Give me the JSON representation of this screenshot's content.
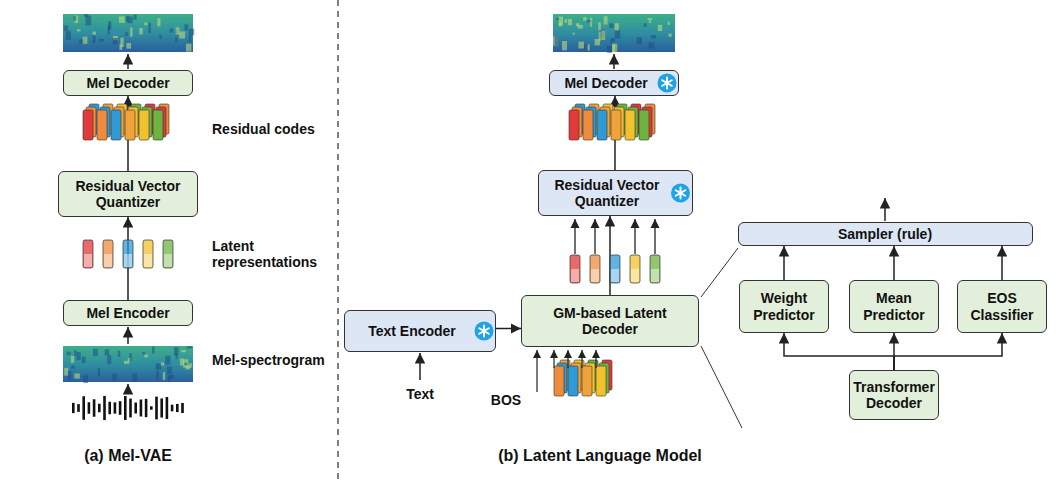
{
  "diagram": {
    "nodes": [
      {
        "text": [
          "Mel Decoder"
        ]
      },
      {
        "text": [
          "Residual Vector Quantizer"
        ]
      },
      {
        "text": [
          "Mel Encoder"
        ]
      },
      {
        "text": [
          "Mel Decoder"
        ]
      },
      {
        "text": [
          "Residual Vector Quantizer"
        ]
      },
      {
        "text": [
          "Sampler (rule)"
        ]
      },
      {
        "text": [
          "Text Encoder"
        ]
      },
      {
        "text": [
          "GM-based Latent Decoder"
        ]
      },
      {
        "text": [
          "Weight Predictor"
        ]
      },
      {
        "text": [
          "Mean Predictor"
        ]
      },
      {
        "text": [
          "EOS Classifier"
        ]
      },
      {
        "text": [
          "Transformer Decoder"
        ]
      }
    ],
    "edges": [
      {
        "from": 2,
        "to": 1,
        "arrow": "to"
      },
      {
        "from": 1,
        "to": 0,
        "arrow": "to"
      },
      {
        "from": 6,
        "to": 7,
        "arrow": "to"
      },
      {
        "from": 7,
        "to": 4,
        "arrow": "to"
      },
      {
        "from": 4,
        "to": 3,
        "arrow": "to"
      },
      {
        "from": 11,
        "to": 8,
        "arrow": "to"
      },
      {
        "from": 11,
        "to": 9,
        "arrow": "to"
      },
      {
        "from": 11,
        "to": 10,
        "arrow": "to"
      },
      {
        "from": 8,
        "to": 5,
        "arrow": "to"
      },
      {
        "from": 9,
        "to": 5,
        "arrow": "to"
      },
      {
        "from": 10,
        "to": 5,
        "arrow": "to"
      }
    ],
    "labels": [
      "Residual codes",
      "Latent representations",
      "Mel-spectrogram",
      "(a) Mel-VAE",
      "Text",
      "BOS",
      "(b) Latent Language Model"
    ]
  }
}
